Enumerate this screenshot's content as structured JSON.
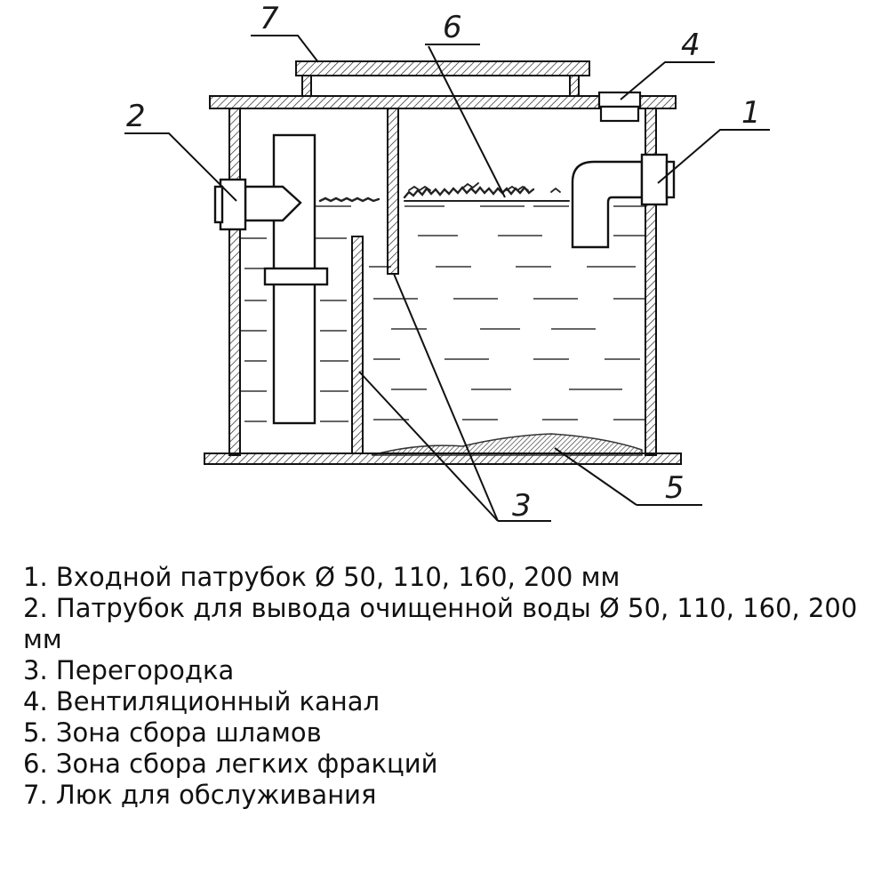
{
  "callouts": [
    "1",
    "2",
    "3",
    "4",
    "5",
    "6",
    "7"
  ],
  "legend": [
    "1. Входной патрубок Ø 50, 110, 160, 200 мм",
    "2. Патрубок для вывода очищенной воды Ø 50, 110, 160, 200 мм",
    "3. Перегородка",
    "4. Вентиляционный канал",
    "5. Зона сбора шламов",
    "6. Зона сбора легких фракций",
    "7. Люк для обслуживания"
  ]
}
